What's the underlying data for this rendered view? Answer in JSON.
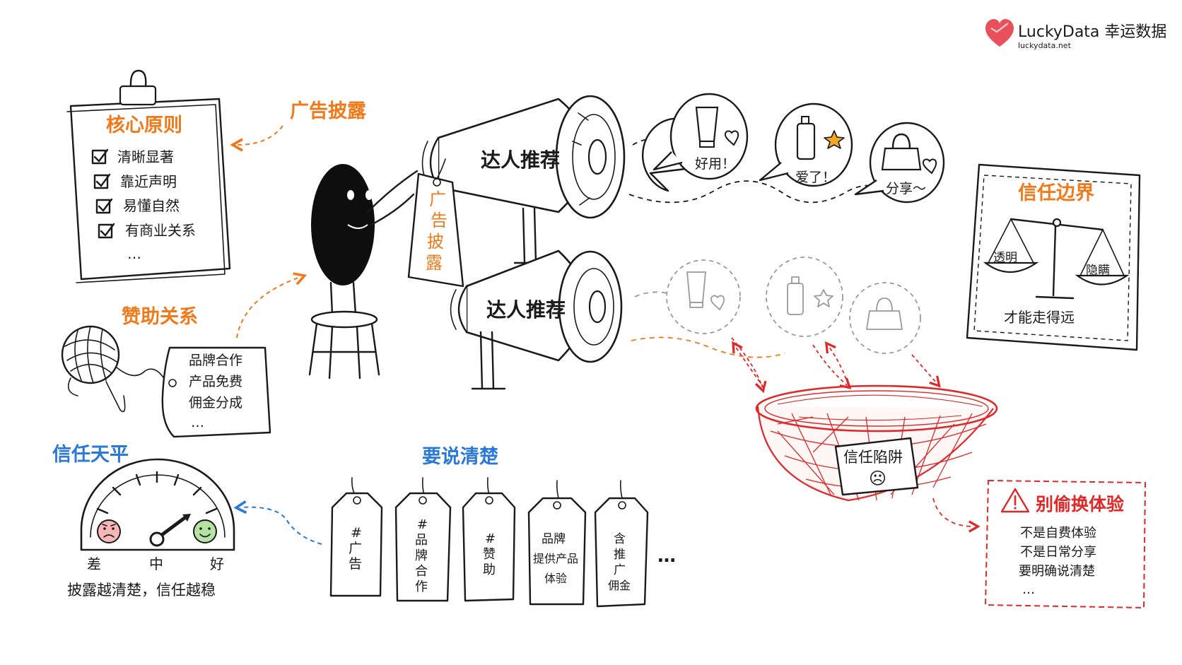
{
  "brand": {
    "name": "LuckyData 幸运数据",
    "url": "luckydata.net",
    "color": "#e8505b"
  },
  "colors": {
    "orange": "#f07a1a",
    "blue": "#2a78d8",
    "red": "#e02828",
    "ink": "#1a1a1a",
    "gray": "#9a9a9a"
  },
  "core_principles": {
    "label": "广告披露",
    "title": "核心原则",
    "items": [
      "清晰显著",
      "靠近声明",
      "易懂自然",
      "有商业关系"
    ],
    "more": "…"
  },
  "sponsorship": {
    "label": "赞助关系",
    "items": [
      "品牌合作",
      "产品免费",
      "佣金分成"
    ],
    "more": "…"
  },
  "megaphone_top": {
    "label": "达人推荐",
    "tag": [
      "广",
      "告",
      "披",
      "露"
    ]
  },
  "megaphone_bottom": {
    "label": "达人推荐"
  },
  "bubbles_top": [
    {
      "icon": "lotion-tube-icon",
      "text": "好用！"
    },
    {
      "icon": "bottle-star-icon",
      "text": "爱了！"
    },
    {
      "icon": "shopping-bag-icon",
      "text": "分享～"
    }
  ],
  "trust_boundary": {
    "title": "信任边界",
    "left": "透明",
    "right": "隐瞒",
    "caption": "才能走得远"
  },
  "trust_trap": {
    "label": "信任陷阱",
    "face": "☹"
  },
  "no_swap": {
    "title": "别偷换体验",
    "items": [
      "不是自费体验",
      "不是日常分享",
      "要明确说清楚"
    ],
    "more": "…"
  },
  "trust_scale": {
    "title": "信任天平",
    "labels": [
      "差",
      "中",
      "好"
    ],
    "caption": "披露越清楚，信任越稳",
    "level": "好"
  },
  "say_clearly": {
    "title": "要说清楚",
    "tags": [
      [
        "#",
        "广",
        "告"
      ],
      [
        "#",
        "品",
        "牌",
        "合",
        "作"
      ],
      [
        "#",
        "赞",
        "助"
      ],
      [
        "品牌",
        "提供产品",
        "体验"
      ],
      [
        "含",
        "推",
        "广",
        "佣金"
      ]
    ],
    "more": "…"
  }
}
